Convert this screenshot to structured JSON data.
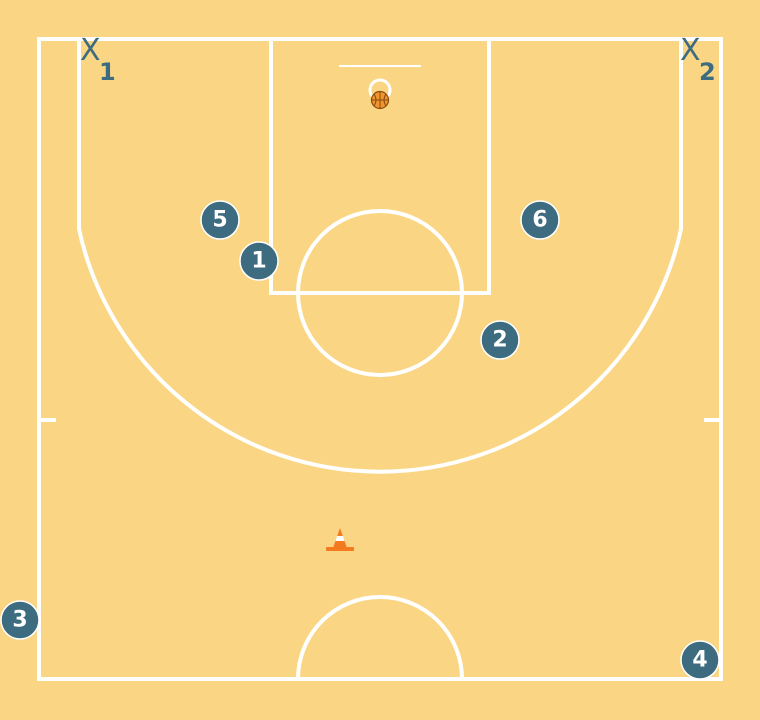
{
  "colors": {
    "court": "#fad684",
    "lines": "#ffffff",
    "player": "#3d6b80",
    "ball": "#f0962e",
    "cone": "#f47a20"
  },
  "offense": [
    {
      "label": "1"
    },
    {
      "label": "2"
    },
    {
      "label": "3"
    },
    {
      "label": "4"
    },
    {
      "label": "5"
    },
    {
      "label": "6"
    }
  ],
  "defense": [
    {
      "letter": "X",
      "number": "1"
    },
    {
      "letter": "X",
      "number": "2"
    }
  ],
  "props": {
    "ball_icon": "basketball-icon",
    "cone_icon": "cone-icon"
  }
}
